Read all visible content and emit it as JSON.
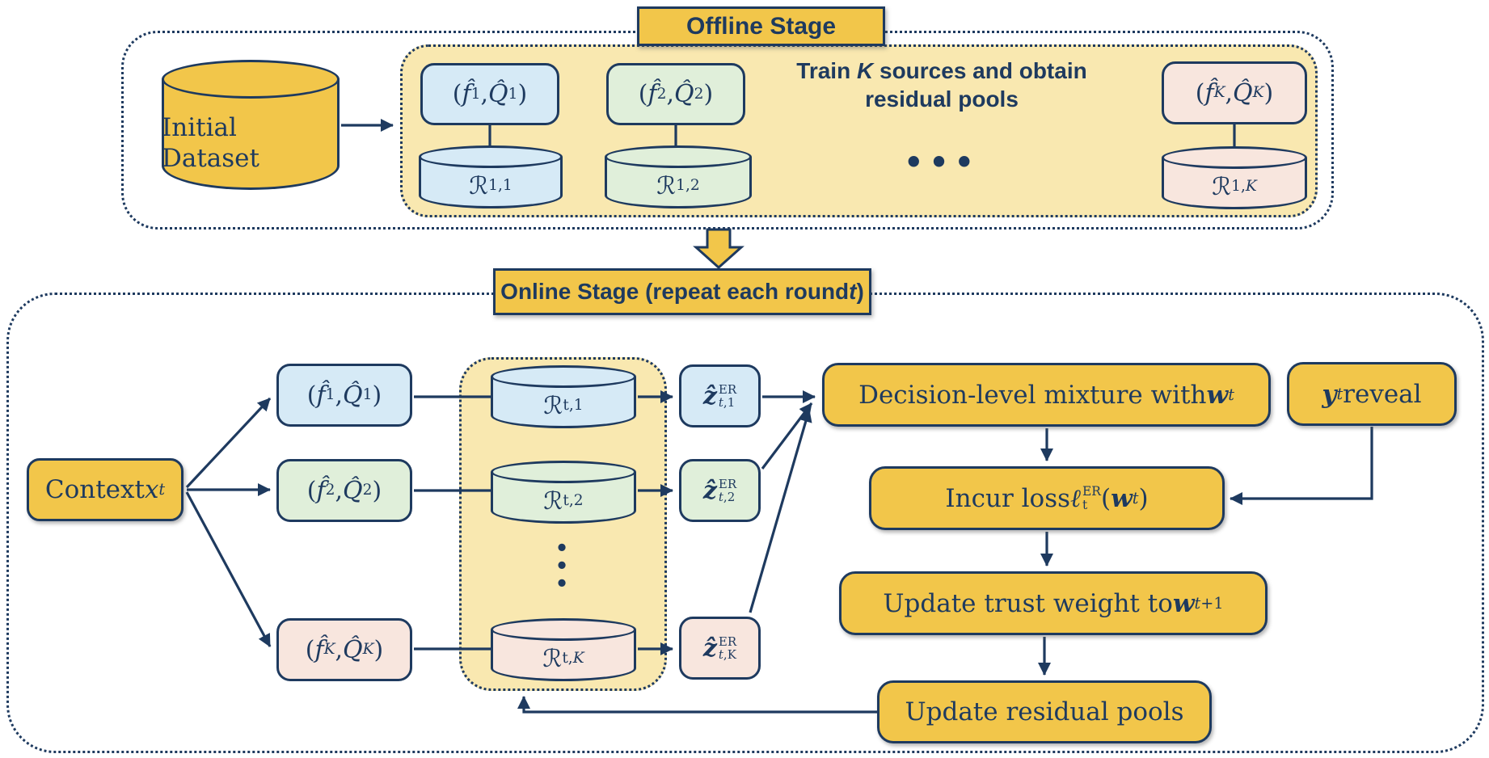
{
  "colors": {
    "navy": "#1e3a5f",
    "gold": "#f2c64a",
    "cream": "#f9e8b0",
    "blue": "#d6eaf6",
    "green": "#e0efda",
    "pink": "#f8e6de"
  },
  "offline_stage": {
    "title": "Offline Stage",
    "initial_dataset_label": "Initial Dataset",
    "note_html": "Train <i>K</i> sources and obtain residual pools",
    "ellipsis": "•••",
    "sources": [
      {
        "model_html": "(<i>f̂</i><sub>1</sub>, <i>Q̂</i><sub>1</sub>)",
        "pool_html": "ℛ<sub>1,1</sub>"
      },
      {
        "model_html": "(<i>f̂</i><sub>2</sub>, <i>Q̂</i><sub>2</sub>)",
        "pool_html": "ℛ<sub>1,2</sub>"
      },
      {
        "model_html": "(<i>f̂</i><sub><i>K</i></sub>, <i>Q̂</i><sub><i>K</i></sub>)",
        "pool_html": "ℛ<sub>1,<i>K</i></sub>"
      }
    ]
  },
  "online_stage": {
    "title_html": "Online Stage (repeat each round <i>t</i>)",
    "context_html": "Context <i>x</i><sub><i>t</i></sub>",
    "pool_dots_html": "•<br>•<br>•",
    "sources": [
      {
        "model_html": "(<i>f̂</i><sub>1</sub>, <i>Q̂</i><sub>1</sub>)",
        "pool_html": "ℛ<sub>t,1</sub>",
        "pred_html": "<b><i>ẑ</i></b><span class='ss'><span>ER</span><span><i>t</i>,1</span></span>"
      },
      {
        "model_html": "(<i>f̂</i><sub>2</sub>, <i>Q̂</i><sub>2</sub>)",
        "pool_html": "ℛ<sub>t,2</sub>",
        "pred_html": "<b><i>ẑ</i></b><span class='ss'><span>ER</span><span><i>t</i>,2</span></span>"
      },
      {
        "model_html": "(<i>f̂</i><sub><i>K</i></sub>, <i>Q̂</i><sub><i>K</i></sub>)",
        "pool_html": "ℛ<sub>t,<i>K</i></sub>",
        "pred_html": "<b><i>ẑ</i></b><span class='ss'><span>ER</span><span><i>t</i>,K</span></span>"
      }
    ],
    "decision_html": "Decision-level mixture with <b><i>w</i></b><sub><i>t</i></sub>",
    "reveal_html": "<b><i>y</i></b><sub><i>t</i></sub> reveal",
    "loss_html": "Incur loss <i>ℓ</i><span class='ss'><span>ER</span><span>t</span></span>(<b><i>w</i></b><sub><i>t</i></sub>)",
    "update_weight_html": "Update trust weight to <b><i>w</i></b><sub><i>t</i>+1</sub>",
    "update_pools_html": "Update residual pools"
  }
}
